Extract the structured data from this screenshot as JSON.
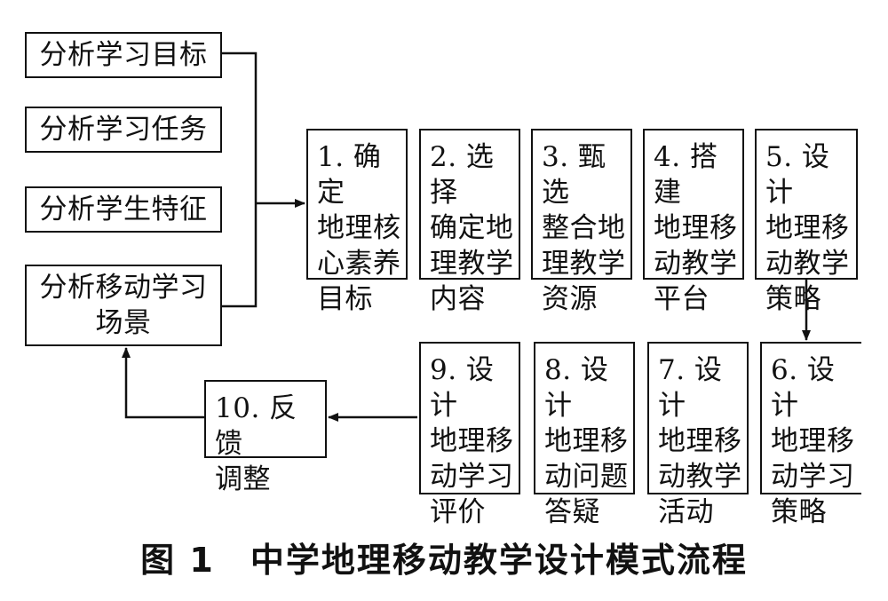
{
  "diagram": {
    "inputs": [
      "分析学习目标",
      "分析学习任务",
      "分析学生特征",
      "分析移动学习\n场景"
    ],
    "top_row_steps": [
      "1. 确定\n地理核\n心素养\n目标",
      "2. 选择\n确定地\n理教学\n内容",
      "3. 甄选\n整合地\n理教学\n资源",
      "4. 搭建\n地理移\n动教学\n平台",
      "5. 设计\n地理移\n动教学\n策略"
    ],
    "bottom_row_steps": [
      "6. 设计\n地理移\n动学习\n策略",
      "7. 设计\n地理移\n动教学\n活动",
      "8. 设计\n地理移\n动问题\n答疑",
      "9. 设计\n地理移\n动学习\n评价"
    ],
    "feedback_step": "10. 反馈\n调整",
    "caption": "图 1　中学地理移动教学设计模式流程"
  }
}
